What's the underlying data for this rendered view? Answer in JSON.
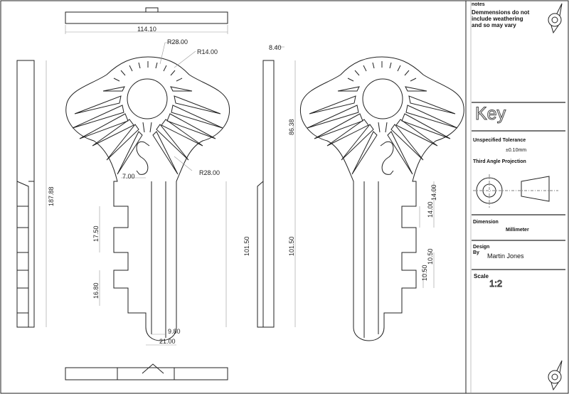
{
  "drawing": {
    "title": "Key",
    "notes_label": "notes",
    "notes_text": [
      "Demmensions do not",
      "include weathering",
      "and so may vary"
    ],
    "tolerance_label": "Unspecified Tolerance",
    "tolerance_value": "±0.10mm",
    "projection_label": "Third Angle Projection",
    "dimension_label": "Dimension",
    "dimension_value": "Millimeter",
    "design_label_1": "Design",
    "design_label_2": "By",
    "designer": "Martin Jones",
    "scale_label": "Scale",
    "scale_value": "1:2"
  },
  "dimensions": {
    "top_width": "114.10",
    "head_radius_outer": "R28.00",
    "ring_radius": "R14.00",
    "neck_offset": "7.00",
    "shoulder_radius": "R28.00",
    "overall_length": "187.88",
    "bit_step_1": "17.50",
    "bit_step_2": "16.80",
    "shank_inner": "9.80",
    "shank_width": "21.00",
    "thickness": "8.40",
    "head_height": "86.38",
    "shank_length_side": "101.50",
    "shank_length_front": "101.50",
    "ward_1": "14.00",
    "ward_2": "14.00",
    "ward_3": "10.50",
    "ward_4": "10.50"
  }
}
